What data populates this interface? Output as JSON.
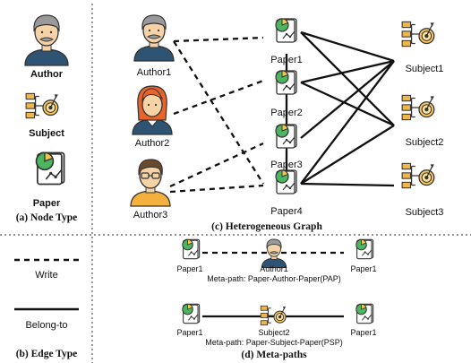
{
  "panels": {
    "node_type": {
      "caption": "(a) Node Type",
      "author_label": "Author",
      "subject_label": "Subject",
      "paper_label": "Paper"
    },
    "edge_type": {
      "caption": "(b) Edge Type",
      "write_label": "Write",
      "belong_label": "Belong-to"
    },
    "graph": {
      "caption": "(c) Heterogeneous Graph",
      "authors": [
        "Author1",
        "Author2",
        "Author3"
      ],
      "papers": [
        "Paper1",
        "Paper2",
        "Paper3",
        "Paper4"
      ],
      "subjects": [
        "Subject1",
        "Subject2",
        "Subject3"
      ],
      "write_edges": [
        [
          "Author1",
          "Paper1"
        ],
        [
          "Author1",
          "Paper4"
        ],
        [
          "Author2",
          "Paper2"
        ],
        [
          "Author3",
          "Paper3"
        ],
        [
          "Author3",
          "Paper4"
        ]
      ],
      "belong_edges": [
        [
          "Paper1",
          "Subject1"
        ],
        [
          "Paper1",
          "Subject2"
        ],
        [
          "Paper2",
          "Subject1"
        ],
        [
          "Paper2",
          "Subject2"
        ],
        [
          "Paper3",
          "Subject1"
        ],
        [
          "Paper4",
          "Subject1"
        ],
        [
          "Paper4",
          "Subject2"
        ],
        [
          "Paper4",
          "Subject3"
        ],
        [
          "Paper1",
          "Paper4"
        ]
      ]
    },
    "meta_paths": {
      "caption": "(d) Meta-paths",
      "pap": {
        "left": "Paper1",
        "middle": "Author1",
        "right": "Paper1",
        "label": "Meta-path: Paper-Author-Paper(PAP)"
      },
      "psp": {
        "left": "Paper1",
        "middle": "Subject2",
        "right": "Paper1",
        "label": "Meta-path: Paper-Subject-Paper(PSP)"
      }
    }
  },
  "colors": {
    "skin": "#f6d3a6",
    "hair_gray": "#9a9a9a",
    "hair_orange": "#e8642a",
    "hair_brown": "#6b4a2b",
    "shirt_blue": "#2f5373",
    "shirt_yellow": "#f3b03c",
    "paper_green": "#4cb560",
    "paper_yellow": "#f2c84b",
    "subject_orange": "#f1b64a",
    "target_ring": "#f7c65d"
  }
}
